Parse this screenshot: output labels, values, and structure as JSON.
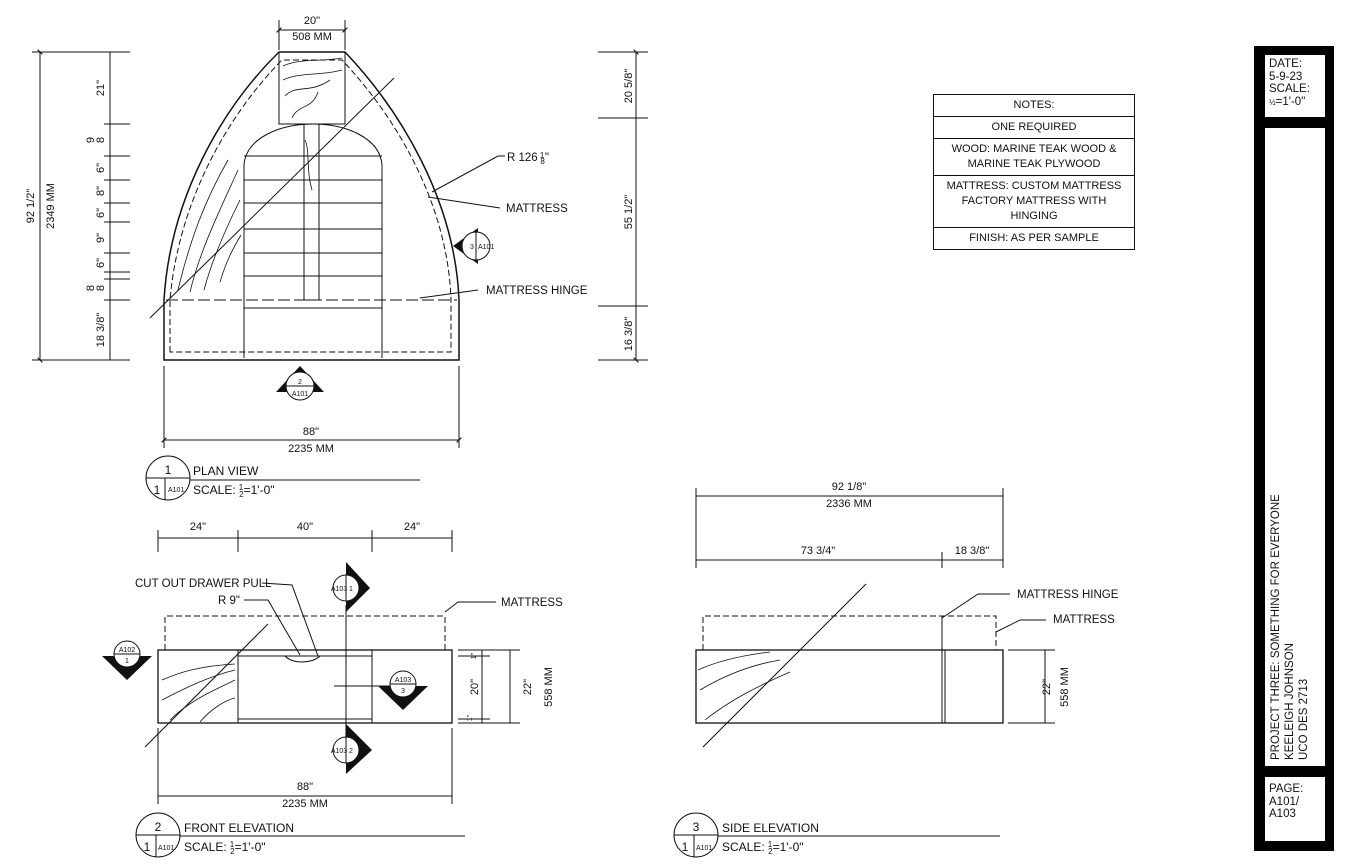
{
  "plan_view": {
    "dim_top_in": "20\"",
    "dim_top_mm": "508 MM",
    "left_total_in": "92 1/2\"",
    "left_total_mm": "2349 MM",
    "left_segments": [
      "21\"",
      "9",
      "8",
      "6\"",
      "8\"",
      "6\"",
      "9\"",
      "6\"",
      "8",
      "8",
      "18 3/8\""
    ],
    "right_segments": [
      "20 5/8\"",
      "55 1/2\"",
      "16 3/8\""
    ],
    "radius_label": "R 126",
    "mattress_label": "MATTRESS",
    "hinge_label": "MATTRESS HINGE",
    "bottom_in": "88\"",
    "bottom_mm": "2235 MM",
    "section_marker_right": "3",
    "section_marker_right_sheet": "A101",
    "section_marker_bottom": "2",
    "section_marker_bottom_sheet": "A101",
    "title_number": "1",
    "title": "PLAN VIEW",
    "title_scale": "SCALE:",
    "title_sheet_number": "1",
    "title_sheet": "A101"
  },
  "front_elevation": {
    "dims_top": [
      "24\"",
      "40\"",
      "24\""
    ],
    "drawer_pull_label": "CUT OUT DRAWER PULL",
    "drawer_pull_radius": "R 9\"",
    "mattress_label": "MATTRESS",
    "height_in": "20\"",
    "height_total_in": "22\"",
    "height_total_mm": "558 MM",
    "small_dim_top": "1\"",
    "small_dim_bottom": "1\"",
    "bottom_in": "88\"",
    "bottom_mm": "2235 MM",
    "marker_left": "1",
    "marker_left_sheet": "A102",
    "marker_top": "1",
    "marker_top_sheet": "A103",
    "marker_right": "3",
    "marker_right_sheet": "A103",
    "marker_bottom": "2",
    "marker_bottom_sheet": "A103",
    "title_number": "2",
    "title": "FRONT ELEVATION",
    "title_scale": "SCALE:",
    "title_sheet_number": "1",
    "title_sheet": "A101"
  },
  "side_elevation": {
    "top_in": "92 1/8\"",
    "top_mm": "2336 MM",
    "dim_left": "73 3/4\"",
    "dim_right": "18 3/8\"",
    "hinge_label": "MATTRESS HINGE",
    "mattress_label": "MATTRESS",
    "height_in": "22\"",
    "height_mm": "558 MM",
    "title_number": "3",
    "title": "SIDE ELEVATION",
    "title_scale": "SCALE:",
    "title_sheet_number": "1",
    "title_sheet": "A101"
  },
  "scale_text": "=1'-0\"",
  "notes": {
    "header": "NOTES:",
    "items": [
      "ONE REQUIRED",
      "WOOD: MARINE TEAK WOOD & MARINE TEAK PLYWOOD",
      "MATTRESS: CUSTOM MATTRESS FACTORY MATTRESS WITH HINGING",
      "FINISH: AS PER SAMPLE"
    ]
  },
  "title_block": {
    "date_label": "DATE:",
    "date": "5-9-23",
    "scale_label": "SCALE:",
    "scale": "=1'-0\"",
    "project_line1": "PROJECT THREE: SOMETHING FOR EVERYONE",
    "project_line2": "KEELEIGH JOHNSON",
    "project_line3": "UCO DES 2713",
    "page_label": "PAGE:",
    "page_1": "A101/",
    "page_2": "A103"
  }
}
